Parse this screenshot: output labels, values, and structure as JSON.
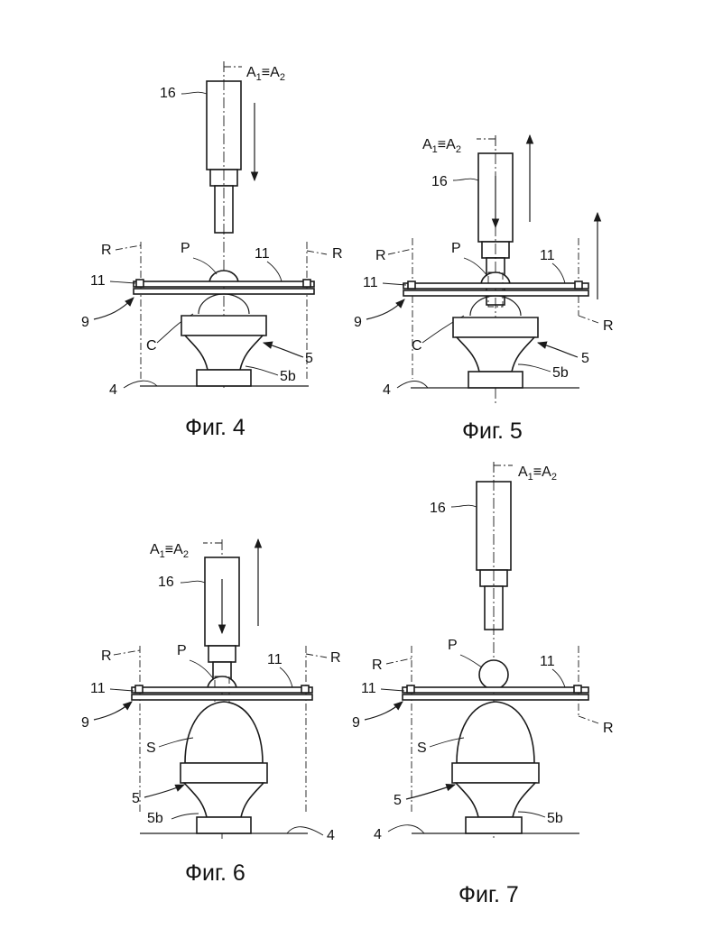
{
  "figures": [
    {
      "caption": "Фиг. 4",
      "labels": {
        "axis_main": "A",
        "axis_sub1": "1",
        "axis_equiv": "≡",
        "axis_main2": "A",
        "axis_sub2": "2",
        "actuator": "16",
        "pin": "P",
        "r_left": "R",
        "r_right": "R",
        "plate_left": "11",
        "plate_right": "11",
        "carrier": "9",
        "cup": "C",
        "holder": "5",
        "base": "5b",
        "conveyor": "4"
      }
    },
    {
      "caption": "Фиг. 5",
      "labels": {
        "axis_main": "A",
        "axis_sub1": "1",
        "axis_equiv": "≡",
        "axis_main2": "A",
        "axis_sub2": "2",
        "actuator": "16",
        "pin": "P",
        "r_left": "R",
        "r_right": "R",
        "plate_left": "11",
        "plate_right": "11",
        "carrier": "9",
        "cup": "C",
        "holder": "5",
        "base": "5b",
        "conveyor": "4"
      }
    },
    {
      "caption": "Фиг. 6",
      "labels": {
        "axis_main": "A",
        "axis_sub1": "1",
        "axis_equiv": "≡",
        "axis_main2": "A",
        "axis_sub2": "2",
        "actuator": "16",
        "pin": "P",
        "r_left": "R",
        "r_right": "R",
        "plate_left": "11",
        "plate_right": "11",
        "carrier": "9",
        "body": "S",
        "holder": "5",
        "base": "5b",
        "conveyor": "4"
      }
    },
    {
      "caption": "Фиг. 7",
      "labels": {
        "axis_main": "A",
        "axis_sub1": "1",
        "axis_equiv": "≡",
        "axis_main2": "A",
        "axis_sub2": "2",
        "actuator": "16",
        "pin": "P",
        "r_left": "R",
        "r_right": "R",
        "plate_left": "11",
        "plate_right": "11",
        "carrier": "9",
        "body": "S",
        "holder": "5",
        "base": "5b",
        "conveyor": "4"
      }
    }
  ]
}
